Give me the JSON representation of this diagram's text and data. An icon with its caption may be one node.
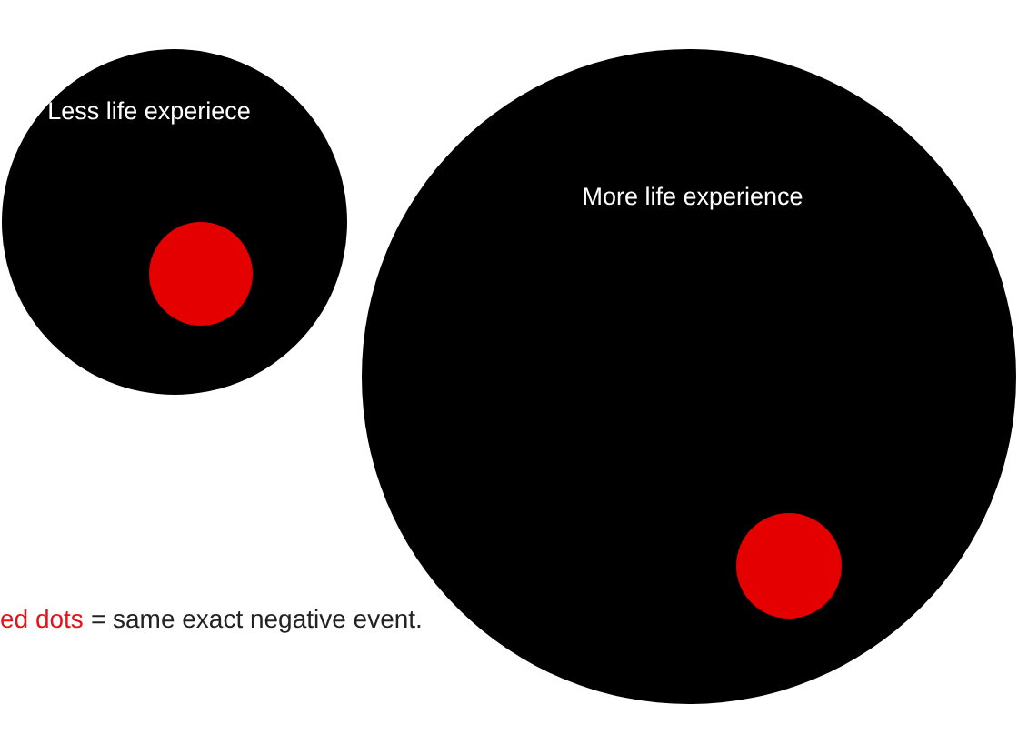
{
  "diagram": {
    "nodes": [
      {
        "text": [
          "Less life experiece"
        ]
      },
      {
        "text": [],
        "shape": "circle",
        "in": 0
      },
      {
        "text": [
          "More life experience"
        ]
      },
      {
        "text": [],
        "shape": "circle",
        "in": 2
      }
    ],
    "labels": [
      "ed dots",
      "= same exact negative event."
    ]
  }
}
